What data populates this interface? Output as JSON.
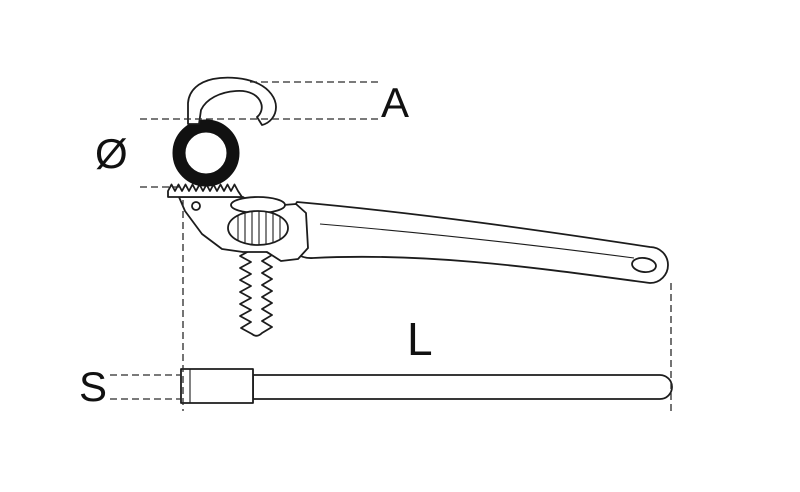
{
  "diagram": {
    "labels": {
      "jaw_width": "A",
      "pipe_diameter": "Ø",
      "length": "L",
      "thickness": "S"
    },
    "colors": {
      "line": "#1c1c1c",
      "background": "#ffffff"
    }
  }
}
